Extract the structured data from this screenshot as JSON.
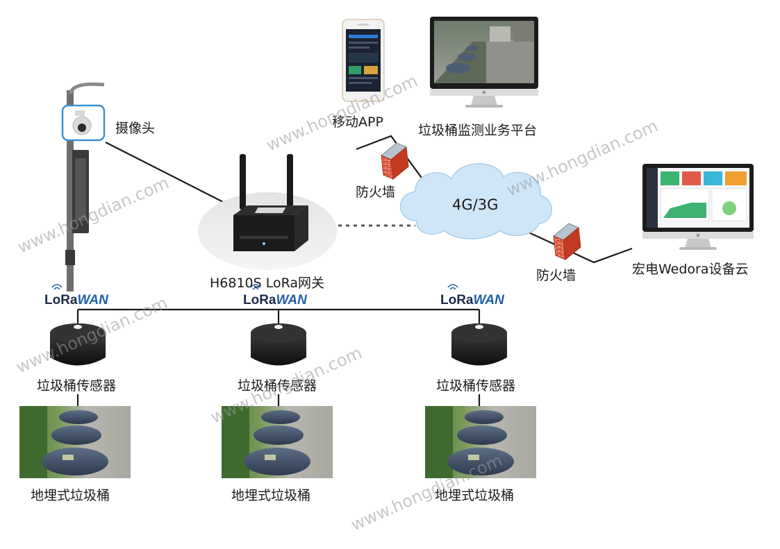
{
  "labels": {
    "camera": "摄像头",
    "mobile_app": "移动APP",
    "monitoring_platform": "垃圾桶监测业务平台",
    "firewall_top": "防火墙",
    "firewall_right": "防火墙",
    "cloud_network": "4G/3G",
    "gateway": "H6810S LoRa网关",
    "device_cloud": "宏电Wedora设备云"
  },
  "lorawan": {
    "prefix": "LoRa",
    "suffix": "WAN"
  },
  "sensors": [
    {
      "sensor_label": "垃圾桶传感器",
      "bin_label": "地埋式垃圾桶"
    },
    {
      "sensor_label": "垃圾桶传感器",
      "bin_label": "地埋式垃圾桶"
    },
    {
      "sensor_label": "垃圾桶传感器",
      "bin_label": "地埋式垃圾桶"
    }
  ],
  "watermark": "www.hongdian.com",
  "colors": {
    "camera_highlight": "#3a8fd6",
    "cloud": "#cfe6f8",
    "firewall": "#d9452a",
    "lorawan_blue": "#1e5fa8",
    "dashboard_green": "#3cb371",
    "dashboard_red": "#e05a4a",
    "dashboard_cyan": "#3ab7d8",
    "dashboard_orange": "#f0a030"
  }
}
